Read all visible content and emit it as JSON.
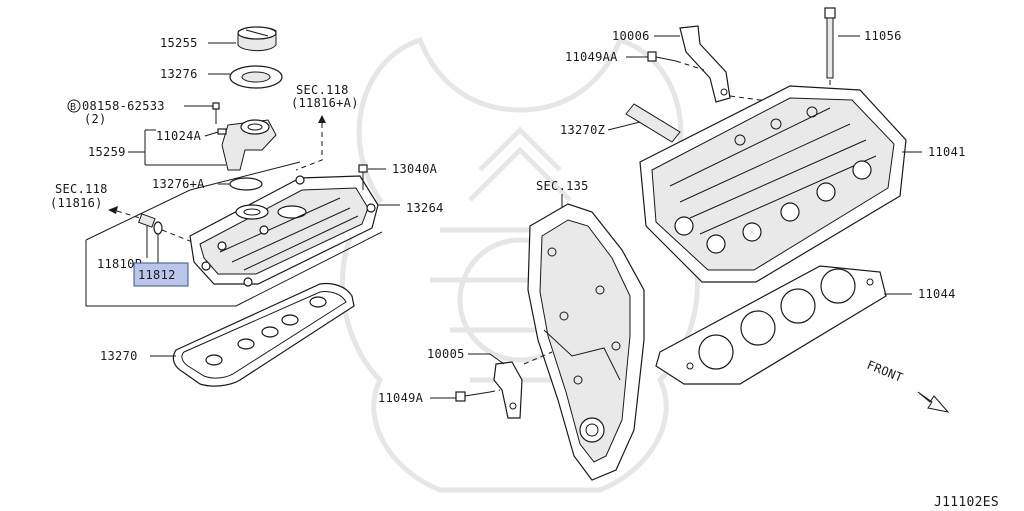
{
  "diagram_id": "J11102ES",
  "highlight_color": "#b9c6ea",
  "labels": {
    "p15255": "15255",
    "p13276": "13276",
    "p08158": "08158-62533",
    "p08158_qty": "(2)",
    "bolt_symbol": "B",
    "p11024a": "11024A",
    "p15259": "15259",
    "p13276a": "13276+A",
    "sec118a_title": "SEC.118",
    "sec118a_ref": "(11816+A)",
    "sec118b_title": "SEC.118",
    "sec118b_ref": "(11816)",
    "p11810p": "11810P",
    "p11812": "11812",
    "p13040a": "13040A",
    "p13264": "13264",
    "p13270": "13270",
    "p10006": "10006",
    "p11049aa": "11049AA",
    "p11056": "11056",
    "p13270z": "13270Z",
    "p11041": "11041",
    "sec135": "SEC.135",
    "p11044": "11044",
    "p10005": "10005",
    "p11049a": "11049A",
    "front": "FRONT"
  }
}
